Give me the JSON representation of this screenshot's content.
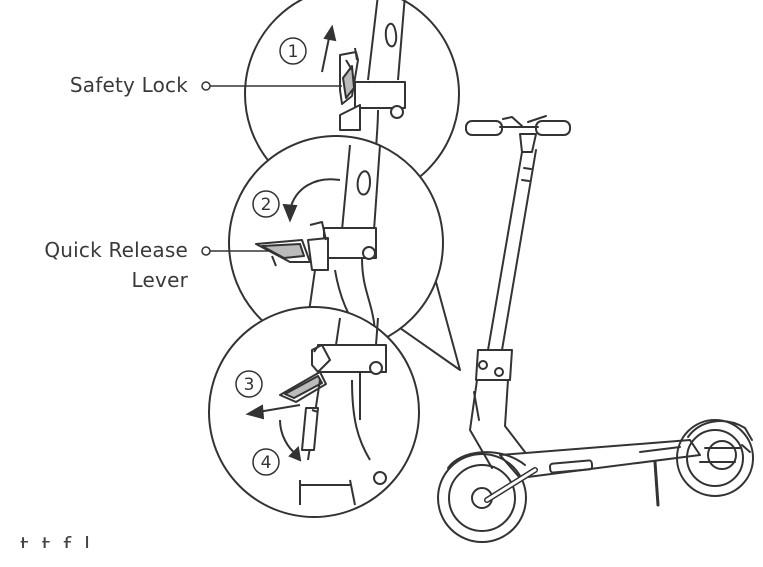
{
  "callouts": {
    "safety_lock": "Safety Lock",
    "quick_release_line1": "Quick Release",
    "quick_release_line2": "Lever"
  },
  "steps": [
    "1",
    "2",
    "3",
    "4"
  ],
  "cut_off_text": "t t f  l",
  "colors": {
    "line": "#333333",
    "light_fill": "#f2f2f2",
    "background": "#ffffff"
  },
  "icons": {
    "callout_marker": "hollow-circle",
    "direction": "arrow"
  }
}
